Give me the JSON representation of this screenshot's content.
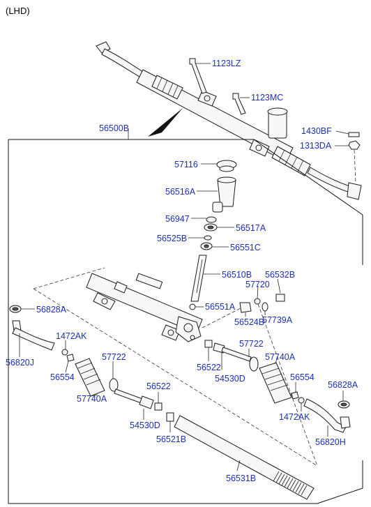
{
  "header": {
    "drive_side": "(LHD)"
  },
  "labels": {
    "p1123LZ": "1123LZ",
    "p1123MC": "1123MC",
    "p1430BF": "1430BF",
    "p1313DA": "1313DA",
    "p56500B": "56500B",
    "p57116": "57116",
    "p56516A": "56516A",
    "p56947": "56947",
    "p56517A": "56517A",
    "p56525B": "56525B",
    "p56551C": "56551C",
    "p56510B": "56510B",
    "p56532B": "56532B",
    "p57720": "57720",
    "p56551A": "56551A",
    "p56524B": "56524B",
    "p57739A": "57739A",
    "p56828A_l": "56828A",
    "p1472AK_l": "1472AK",
    "p56820J": "56820J",
    "p56554_l": "56554",
    "p57722_l": "57722",
    "p57740A_l": "57740A",
    "p56522_l": "56522",
    "p54530D_l": "54530D",
    "p56521B": "56521B",
    "p57722_r": "57722",
    "p56522_r": "56522",
    "p54530D_r": "54530D",
    "p57740A_r": "57740A",
    "p56554_r": "56554",
    "p1472AK_r": "1472AK",
    "p56828A_r": "56828A",
    "p56820H": "56820H",
    "p56531B": "56531B"
  }
}
